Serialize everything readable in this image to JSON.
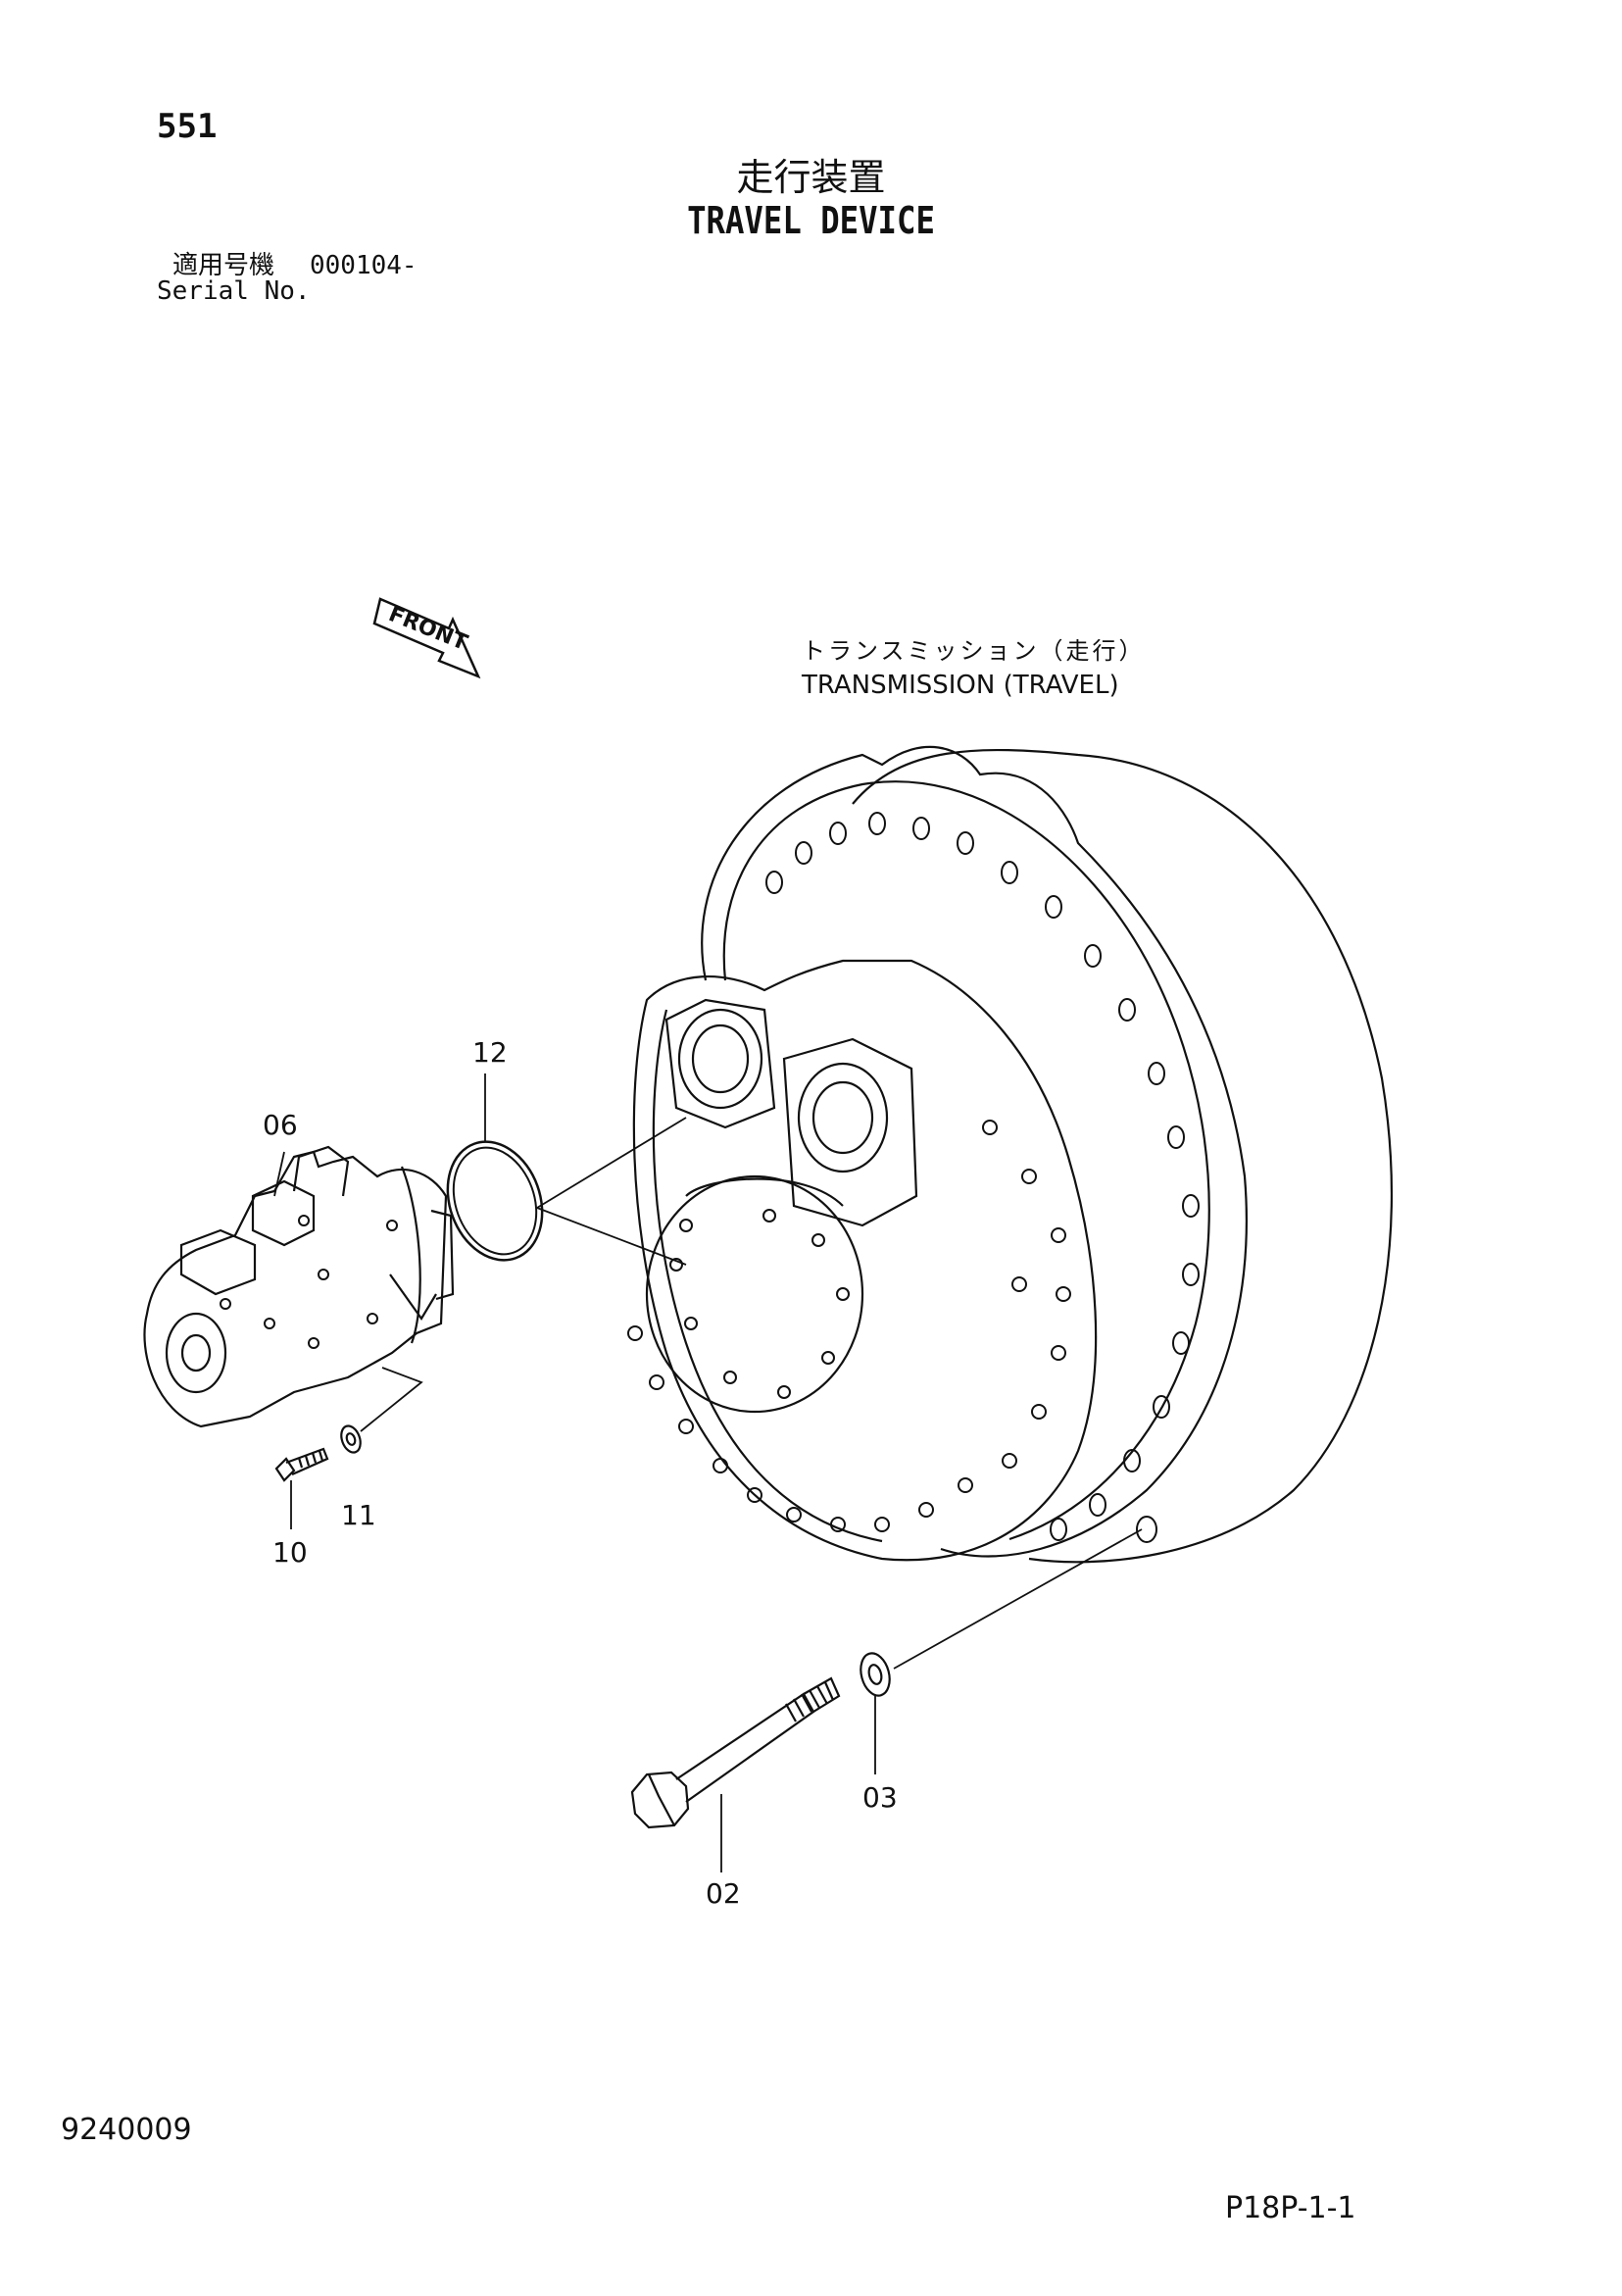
{
  "header": {
    "page_number": "551",
    "title_jp": "走行装置",
    "title_en": "TRAVEL DEVICE",
    "serial_label_jp": "適用号機",
    "serial_value": "000104-",
    "serial_label_en": "Serial No."
  },
  "diagram": {
    "front_label": "FRONT",
    "transmission_label_jp": "トランスミッション（走行）",
    "transmission_label_en": "TRANSMISSION (TRAVEL)",
    "callouts": {
      "c12": "12",
      "c06": "06",
      "c11": "11",
      "c10": "10",
      "c03": "03",
      "c02": "02"
    }
  },
  "footer": {
    "figure_id": "9240009",
    "page_ref": "P18P-1-1"
  }
}
